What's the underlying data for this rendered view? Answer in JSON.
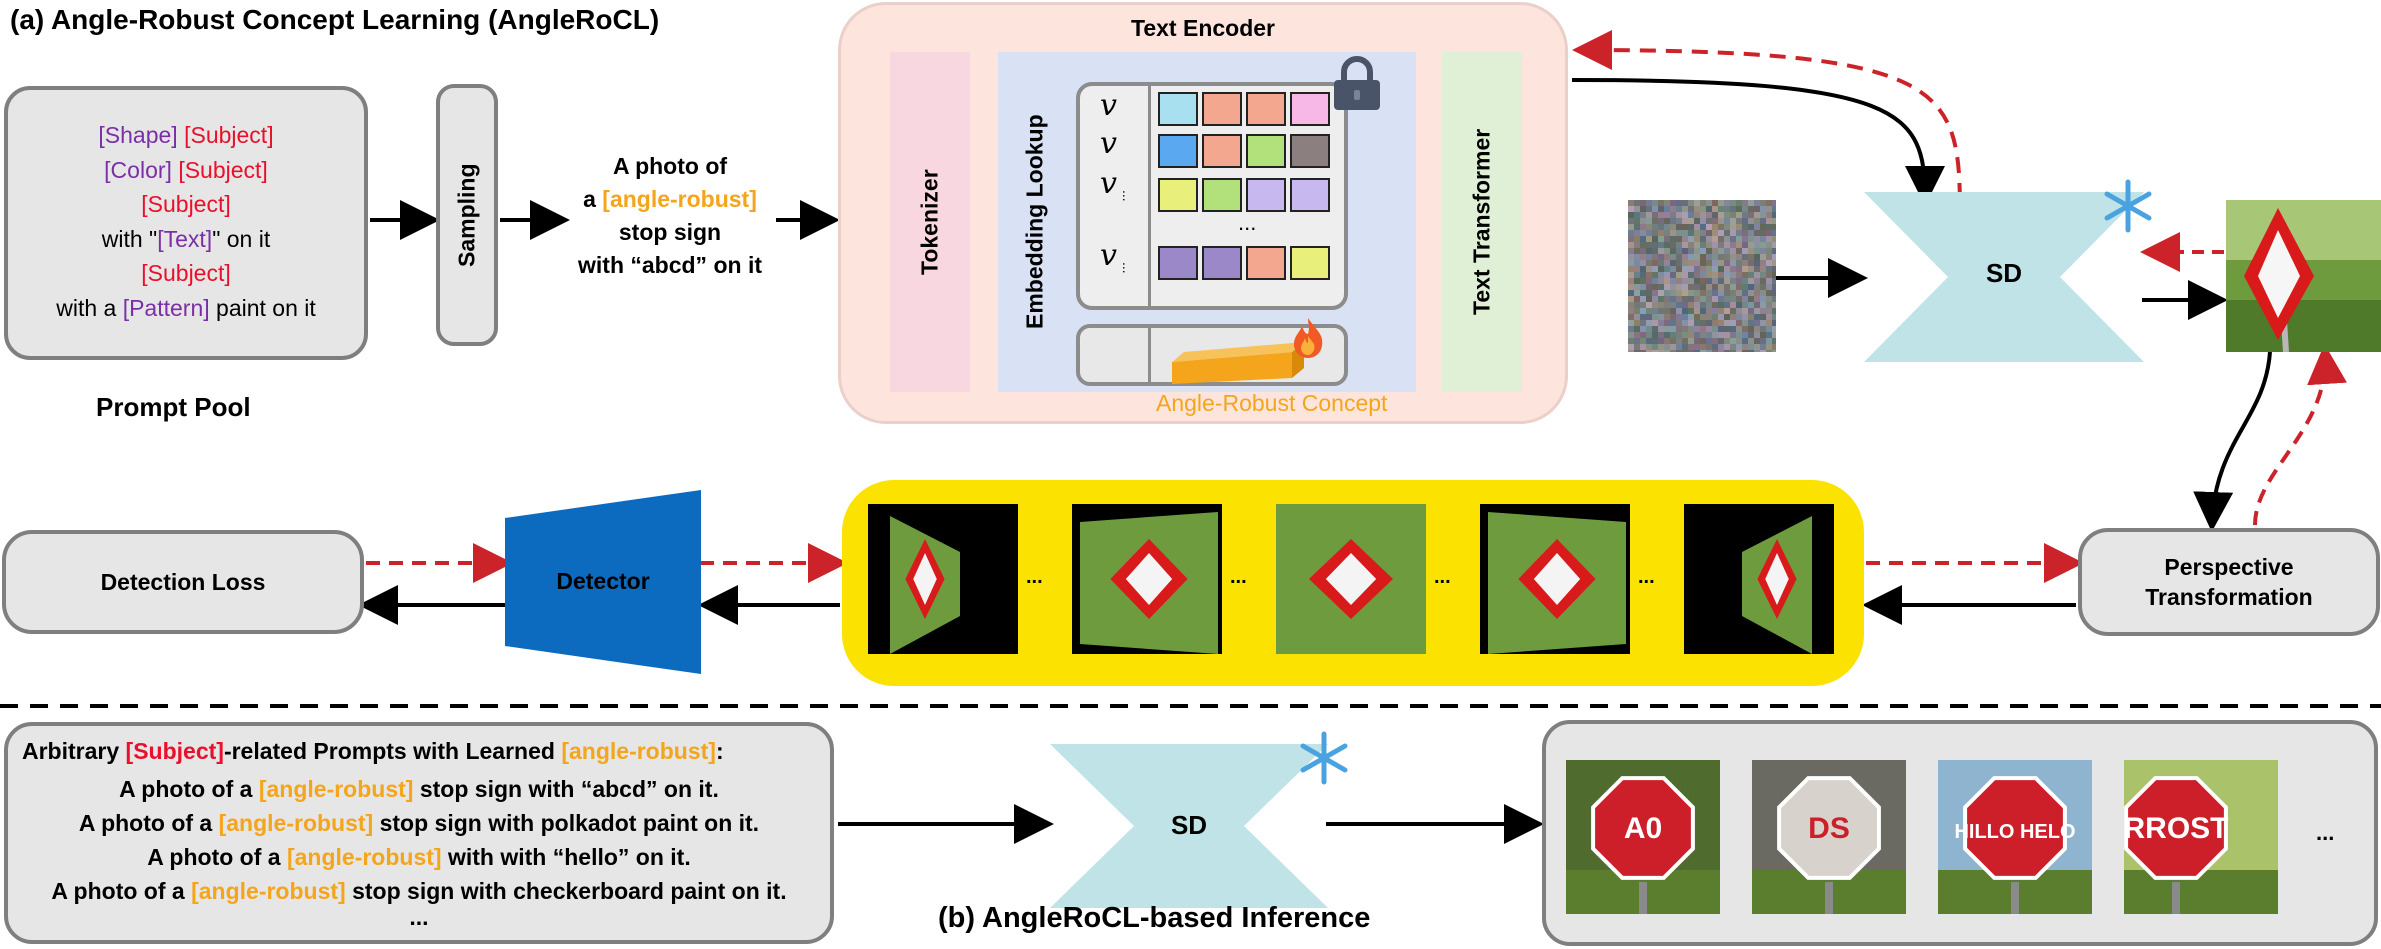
{
  "section_a_title": "(a) Angle-Robust Concept Learning (AngleRoCL)",
  "section_b_title": "(b) AngleRoCL-based Inference",
  "prompt_pool": {
    "label": "Prompt Pool",
    "lines": [
      [
        {
          "text": "[Shape]",
          "c": "purple"
        },
        {
          "text": " ",
          "c": "black"
        },
        {
          "text": "[Subject]",
          "c": "red"
        }
      ],
      [
        {
          "text": "[Color]",
          "c": "purple"
        },
        {
          "text": " ",
          "c": "black"
        },
        {
          "text": "[Subject]",
          "c": "red"
        }
      ],
      [
        {
          "text": "[Subject]",
          "c": "red"
        }
      ],
      [
        {
          "text": "with \"",
          "c": "black"
        },
        {
          "text": "[Text]",
          "c": "purple"
        },
        {
          "text": "\" on it",
          "c": "black"
        }
      ],
      [
        {
          "text": "[Subject]",
          "c": "red"
        }
      ],
      [
        {
          "text": "with a ",
          "c": "black"
        },
        {
          "text": "[Pattern]",
          "c": "purple"
        },
        {
          "text": " paint on it",
          "c": "black"
        }
      ]
    ]
  },
  "sampling_label": "Sampling",
  "sample_prompt": {
    "line1": "A photo of",
    "line2_pre": "a ",
    "line2_token": "[angle-robust]",
    "line3": "stop sign",
    "line4": "with “abcd” on it"
  },
  "text_encoder": {
    "title": "Text Encoder",
    "tokenizer": "Tokenizer",
    "embedding_lookup": "Embedding Lookup",
    "text_transformer": "Text Transformer",
    "concept_label": "Angle-Robust Concept",
    "v_symbol": "v",
    "dots": "...",
    "palette": {
      "row1": [
        "#a8e0f0",
        "#f4a78f",
        "#f4a78f",
        "#f7b8e8"
      ],
      "row2": [
        "#5aa9f0",
        "#f4a78f",
        "#b2e07a",
        "#8c7f7f"
      ],
      "row3": [
        "#e8ef7a",
        "#b2e07a",
        "#c8b8f0",
        "#c8b8f0"
      ],
      "row4": [
        "#9b88c8",
        "#9b88c8",
        "#f4a78f",
        "#e8ef7a"
      ]
    }
  },
  "sd_label": "SD",
  "detection_loss": "Detection Loss",
  "detector": "Detector",
  "perspective": {
    "line1": "Perspective",
    "line2": "Transformation"
  },
  "ellipsis": "...",
  "inference": {
    "heading_pre": "Arbitrary ",
    "heading_subject": "[Subject]",
    "heading_mid": "-related Prompts with Learned ",
    "heading_token": "[angle-robust]",
    "heading_post": ":",
    "prompts": [
      {
        "pre": "A photo of a ",
        "token": "[angle-robust]",
        "post": " stop sign with “abcd” on it."
      },
      {
        "pre": "A photo of a ",
        "token": "[angle-robust]",
        "post": " stop sign with polkadot paint on it."
      },
      {
        "pre": "A photo of a ",
        "token": "[angle-robust]",
        "post": " with  with “hello” on it."
      },
      {
        "pre": "A photo of a ",
        "token": "[angle-robust]",
        "post": " stop sign with checkerboard paint on it."
      }
    ],
    "more": "...",
    "output_signs": [
      "A0",
      "DS",
      "HILLO HELO",
      "RROST"
    ],
    "output_more": "..."
  },
  "colors": {
    "red_dash": "#cc2229",
    "detector_blue": "#0c6bbf",
    "yellow_band": "#fbe200",
    "sd_teal": "#bfe3e6",
    "encoder_bg": "#fde4dc",
    "tokenizer_bg": "#f8d7e0",
    "embed_bg": "#d8e2f4",
    "transformer_bg": "#dff0d6",
    "gray_box": "#e6e6e6"
  }
}
